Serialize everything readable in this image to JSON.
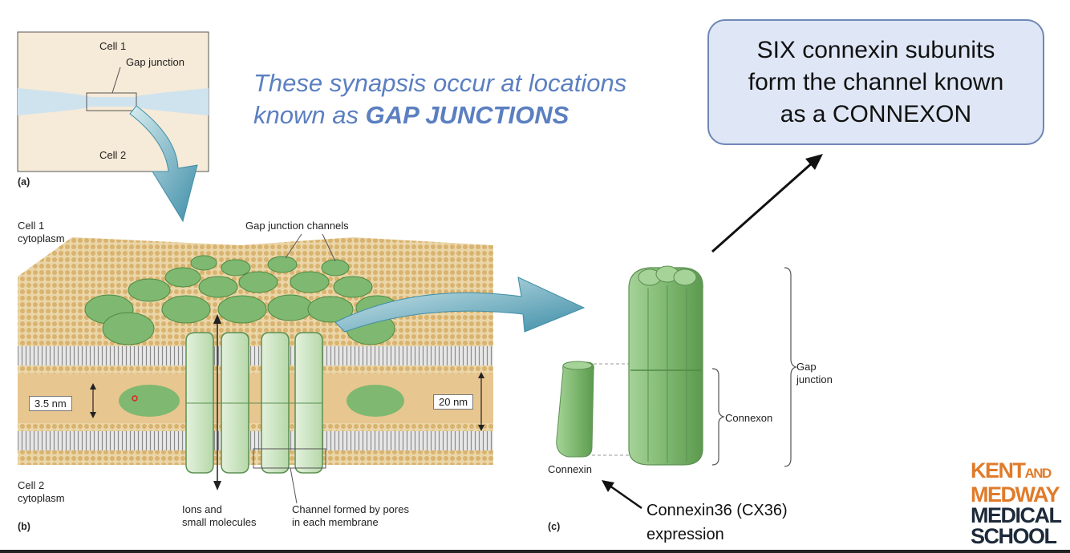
{
  "heading": {
    "line1": "These synapsis occur at locations",
    "line2_prefix": "known as ",
    "line2_bold": "GAP JUNCTIONS"
  },
  "callout": {
    "text": "SIX connexin subunits\nform the channel known\nas a CONNEXON",
    "bg": "#dfe7f6",
    "border": "#6f87b5"
  },
  "panel_a": {
    "cell1": "Cell 1",
    "cell2": "Cell 2",
    "gap_junction": "Gap junction",
    "tag": "(a)"
  },
  "panel_b": {
    "cell1_cytoplasm": "Cell 1\ncytoplasm",
    "cell2_cytoplasm": "Cell 2\ncytoplasm",
    "channels": "Gap junction channels",
    "gap_width": "3.5 nm",
    "total_width": "20 nm",
    "ions": "Ions and\nsmall molecules",
    "pores": "Channel formed by pores\nin each membrane",
    "tag": "(b)"
  },
  "panel_c": {
    "gap_junction": "Gap\njunction",
    "connexon": "Connexon",
    "connexin": "Connexin",
    "tag": "(c)"
  },
  "note": "Connexin36 (CX36)\nexpression",
  "logo": {
    "line1_a": "KENT",
    "line1_b": "AND",
    "line2": "MEDWAY",
    "line3": "MEDICAL",
    "line4": "SCHOOL"
  },
  "colors": {
    "heading": "#5b7fc0",
    "protein": "#7fb870",
    "membrane": "#e3c48c",
    "arrow_teal": "#5b9db3",
    "logo_orange": "#e07b2a",
    "logo_navy": "#1d2a3a"
  }
}
